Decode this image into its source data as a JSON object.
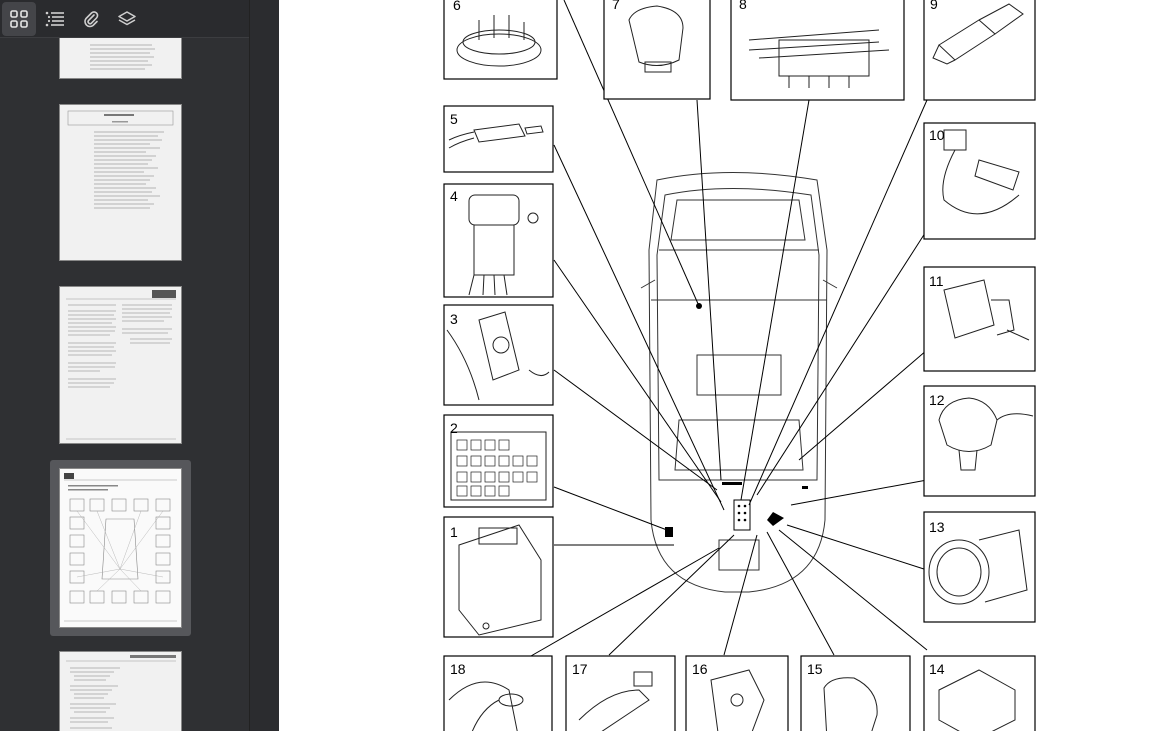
{
  "toolbar": {
    "buttons": [
      {
        "name": "thumbnails-view",
        "icon": "grid-icon",
        "active": true
      },
      {
        "name": "outline-view",
        "icon": "list-icon",
        "active": false
      },
      {
        "name": "attachments-view",
        "icon": "paperclip-icon",
        "active": false
      },
      {
        "name": "layers-view",
        "icon": "layers-icon",
        "active": false
      }
    ]
  },
  "thumbnails": {
    "selected_index": 3,
    "pages": [
      {
        "kind": "index-list"
      },
      {
        "kind": "contents"
      },
      {
        "kind": "text-two-col"
      },
      {
        "kind": "diagram"
      },
      {
        "kind": "list"
      }
    ]
  },
  "diagram": {
    "callouts": [
      "1",
      "2",
      "3",
      "4",
      "5",
      "6",
      "7",
      "8",
      "9",
      "10",
      "11",
      "12",
      "13",
      "14",
      "15",
      "16",
      "17",
      "18"
    ]
  },
  "colors": {
    "sidebar_bg": "#2f3033",
    "toolbar_bg": "#2a2b2e",
    "selection": "#56575b",
    "page_bg": "#ffffff"
  }
}
